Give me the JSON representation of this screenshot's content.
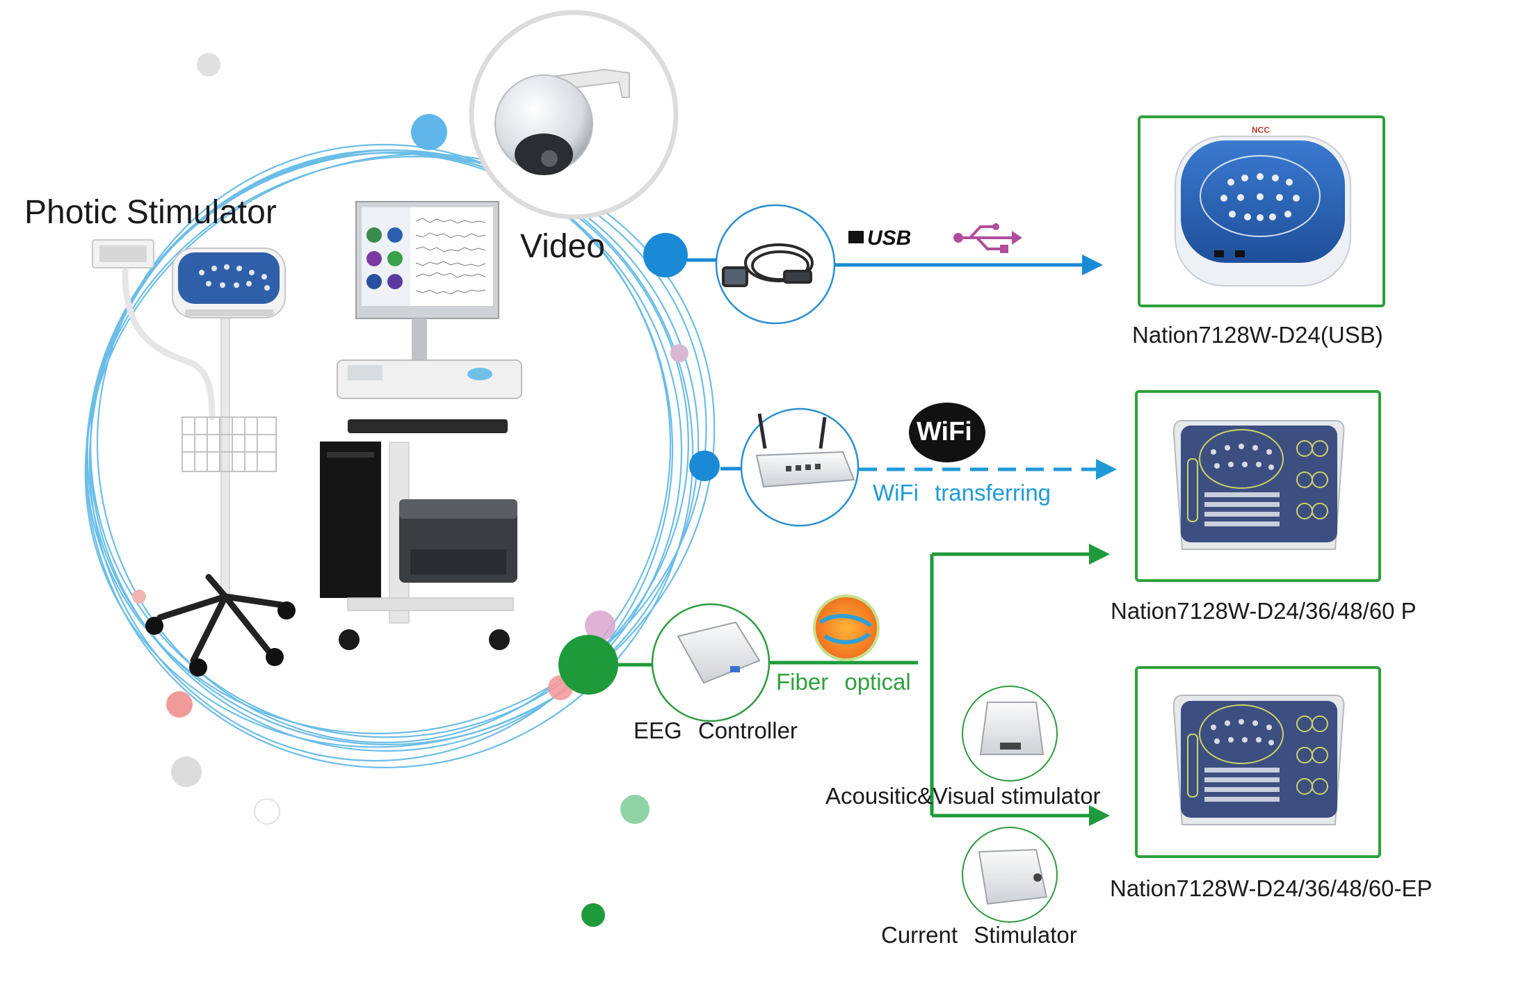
{
  "labels": {
    "photic_stimulator": "Photic Stimulator",
    "video": "Video",
    "usb_device": "Nation7128W-D24(USB)",
    "wifi_badge": "WiFi",
    "usb_badge": "USB",
    "wifi_transfer": "WiFi   transferring",
    "p_device": "Nation7128W-D24/36/48/60 P",
    "fiber": "Fiber   optical",
    "eeg_controller": "EEG   Controller",
    "av_stimulator": "Acousitic&Visual    stimulator",
    "current_stimulator": "Current   Stimulator",
    "ep_device": "Nation7128W-D24/36/48/60-EP",
    "brand_mark": "NCC"
  },
  "colors": {
    "usb_blue": "#1a8ad6",
    "wifi_blue": "#1f9ad8",
    "fiber_green": "#1e9a3a",
    "device_frame": "#2ea03c",
    "usb_pink": "#b04d9c",
    "panel_blue": "#2a63b5",
    "panel_navy": "#3d4f80"
  },
  "icons": [
    "usb-trident-icon",
    "usb-cable-icon",
    "wifi-router-icon",
    "camera-icon"
  ]
}
